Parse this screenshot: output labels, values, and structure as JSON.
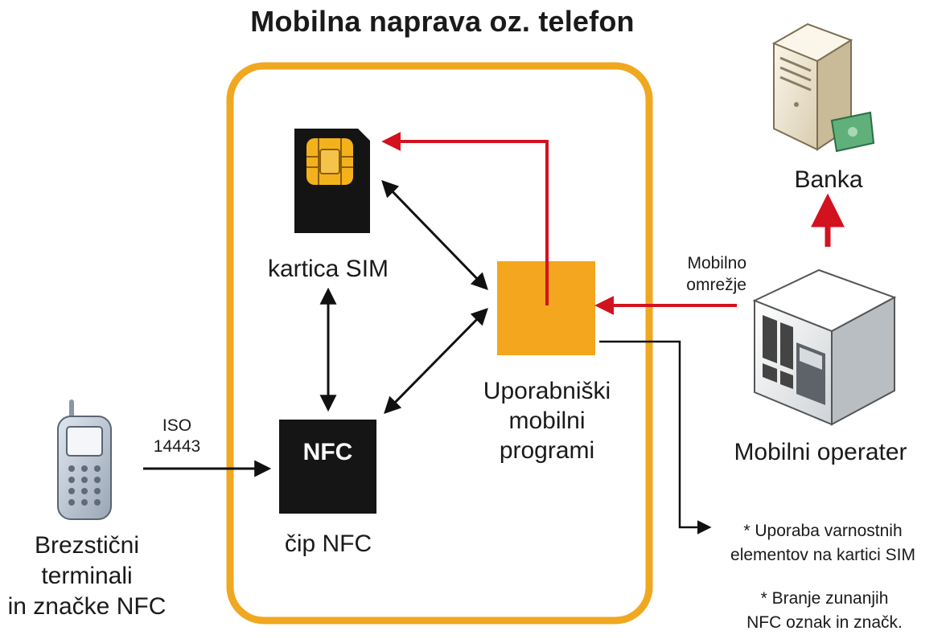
{
  "title": "Mobilna naprava oz. telefon",
  "nodes": {
    "sim": {
      "label": "kartica SIM"
    },
    "nfc_chip": {
      "chip_text": "NFC",
      "label": "čip NFC"
    },
    "apps": {
      "label_lines": [
        "Uporabniški",
        "mobilni",
        "programi"
      ]
    },
    "terminal": {
      "label_lines": [
        "Brezstični",
        "terminali",
        "in značke NFC"
      ]
    },
    "operator": {
      "label": "Mobilni operater"
    },
    "bank": {
      "label": "Banka"
    }
  },
  "edges": {
    "iso": {
      "label_lines": [
        "ISO",
        "14443"
      ]
    },
    "network": {
      "label_lines": [
        "Mobilno",
        "omrežje"
      ]
    }
  },
  "notes": {
    "note1_lines": [
      "* Uporaba varnostnih",
      "elementov na kartici SIM"
    ],
    "note2_lines": [
      "* Branje zunanjih",
      "NFC oznak in značk."
    ]
  },
  "colors": {
    "frame": "#f0a820",
    "app_box": "#f3a61e",
    "red_arrow": "#d2121f",
    "black": "#111111"
  }
}
